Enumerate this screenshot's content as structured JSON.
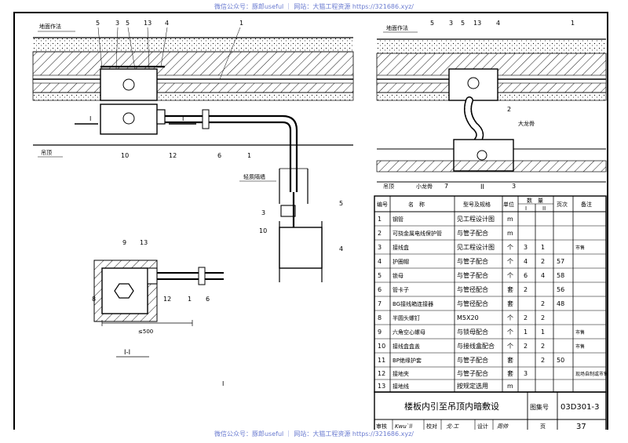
{
  "watermark_top": "微信公众号：豚郎useful ｜ 网站：大猫工程资源 https://321686.xyz/",
  "watermark_bottom": "微信公众号：豚郎useful ｜ 网站：大猫工程资源 https://321686.xyz/",
  "left_drawing": {
    "floor_label": "地面作法",
    "ceiling_label": "吊顶",
    "wall_label": "轻质隔墙",
    "callouts_top": [
      "5",
      "3",
      "5",
      "13",
      "4",
      "1"
    ],
    "callouts_bottom": [
      "10",
      "12",
      "6",
      "1"
    ],
    "callouts_wall": [
      "3",
      "5",
      "10",
      "4"
    ],
    "section_mark": "I",
    "plan_callouts": [
      "9",
      "13",
      "8",
      "12",
      "1",
      "6"
    ],
    "plan_dim": "≤500",
    "plan_title": "I-I",
    "plan_mark": "I"
  },
  "right_drawing": {
    "floor_label": "地面作法",
    "ceiling_label": "吊顶",
    "callouts_top": [
      "5",
      "3",
      "5",
      "13",
      "4",
      "1"
    ],
    "callout_2": "2",
    "big_keel": "大龙骨",
    "small_keel": "小龙骨",
    "callout_7": "7",
    "callout_3": "3",
    "view_title": "II"
  },
  "table": {
    "headers": {
      "no": "编号",
      "name": "名　称",
      "spec": "型号及规格",
      "unit": "单位",
      "qty": "数　量",
      "qty_i": "I",
      "qty_ii": "II",
      "page": "页次",
      "remark": "备注"
    },
    "rows": [
      {
        "no": "1",
        "name": "钢管",
        "spec": "见工程设计图",
        "unit": "m",
        "q1": "",
        "q2": "",
        "page": "",
        "remark": ""
      },
      {
        "no": "2",
        "name": "可挠金属电线保护管",
        "spec": "与管子配合",
        "unit": "m",
        "q1": "",
        "q2": "",
        "page": "",
        "remark": ""
      },
      {
        "no": "3",
        "name": "接线盒",
        "spec": "见工程设计图",
        "unit": "个",
        "q1": "3",
        "q2": "1",
        "page": "",
        "remark": "市售"
      },
      {
        "no": "4",
        "name": "护圈帽",
        "spec": "与管子配合",
        "unit": "个",
        "q1": "4",
        "q2": "2",
        "page": "57",
        "remark": ""
      },
      {
        "no": "5",
        "name": "锁母",
        "spec": "与管子配合",
        "unit": "个",
        "q1": "6",
        "q2": "4",
        "page": "58",
        "remark": ""
      },
      {
        "no": "6",
        "name": "管卡子",
        "spec": "与管径配合",
        "unit": "套",
        "q1": "2",
        "q2": "",
        "page": "56",
        "remark": ""
      },
      {
        "no": "7",
        "name": "BG接线箱连接器",
        "spec": "与管径配合",
        "unit": "套",
        "q1": "",
        "q2": "2",
        "page": "48",
        "remark": ""
      },
      {
        "no": "8",
        "name": "半圆头螺钉",
        "spec": "M5X20",
        "unit": "个",
        "q1": "2",
        "q2": "2",
        "page": "",
        "remark": ""
      },
      {
        "no": "9",
        "name": "六角空心螺母",
        "spec": "与锁母配合",
        "unit": "个",
        "q1": "1",
        "q2": "1",
        "page": "",
        "remark": "市售"
      },
      {
        "no": "10",
        "name": "接线盒盒盖",
        "spec": "与接线盒配合",
        "unit": "个",
        "q1": "2",
        "q2": "2",
        "page": "",
        "remark": "市售"
      },
      {
        "no": "11",
        "name": "BP绝缘护套",
        "spec": "与管子配合",
        "unit": "套",
        "q1": "",
        "q2": "2",
        "page": "50",
        "remark": ""
      },
      {
        "no": "12",
        "name": "接地夹",
        "spec": "与管子配合",
        "unit": "套",
        "q1": "3",
        "q2": "",
        "page": "",
        "remark": "现场自制或市售"
      },
      {
        "no": "13",
        "name": "接地线",
        "spec": "按规定选用",
        "unit": "m",
        "q1": "",
        "q2": "",
        "page": "",
        "remark": ""
      }
    ]
  },
  "title_block": {
    "title": "楼板内引至吊顶内暗敷设",
    "atlas_label": "图集号",
    "atlas_no": "03D301-3",
    "review_label": "审核",
    "review_sign": "Kwu`ll",
    "check_label": "校对",
    "check_sign": "戈·工",
    "design_label": "设计",
    "design_sign": "周帅",
    "page_label": "页",
    "page_no": "37"
  },
  "colors": {
    "line": "#000000",
    "watermark": "#6a7bd0",
    "paper": "#ffffff"
  }
}
